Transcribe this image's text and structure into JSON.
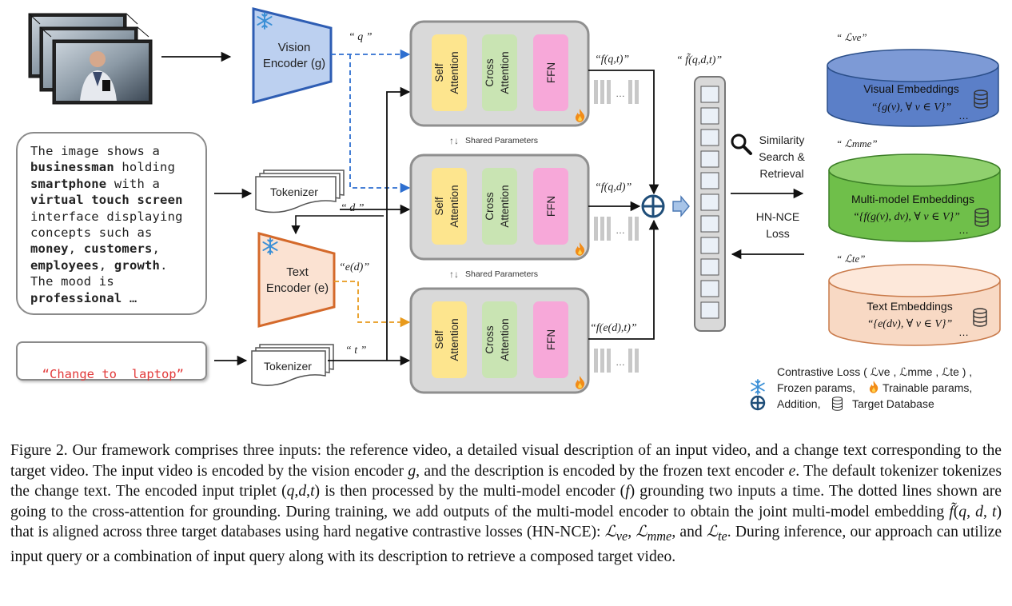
{
  "diagram": {
    "vision_encoder_label": [
      "Vision",
      "Encoder (g)"
    ],
    "text_encoder_label": [
      "Text",
      "Encoder (e)"
    ],
    "tokenizer_label": "Tokenizer",
    "sym_q": "“ q ”",
    "sym_d": "“ d ”",
    "sym_t": "“ t ”",
    "sym_ed": "“e(d)”",
    "block_layers": [
      "Self Attention",
      "Cross Attention",
      "FFN"
    ],
    "shared_params": "Shared Parameters",
    "out_qt": "“f(q,t)”",
    "out_qd": "“f(q,d)”",
    "out_edt": "“f(e(d),t)”",
    "joint_label": "“ f̃(q,d,t)”",
    "search_label": [
      "Similarity",
      "Search &",
      "Retrieval"
    ],
    "loss_label": [
      "HN-NCE",
      "Loss"
    ],
    "databases": [
      {
        "loss": "“ ℒve”",
        "name": "Visual Embeddings",
        "set": "“{g(v), ∀ v ∈ V}”",
        "color": "#5b7fc8"
      },
      {
        "loss": "“ ℒmme”",
        "name": "Multi-model Embeddings",
        "set": "“{f(g(v), dv), ∀ v ∈ V}”",
        "color": "#6fbf4a"
      },
      {
        "loss": "“ ℒte”",
        "name": "Text Embeddings",
        "set": "“{e(dv), ∀ v ∈ V}”",
        "color": "#f8d9c4"
      }
    ],
    "ellipsis": "…",
    "legend": {
      "line1": "Contrastive Loss ( ℒve , ℒmme , ℒte )  ,",
      "line2a": "Frozen params,",
      "line2b": "Trainable params,",
      "line3a": "Addition,",
      "line3b": "Target Database"
    }
  },
  "description_text": "The image shows a businessman holding smartphone with a virtual touch screen interface displaying concepts such as money, customers, employees, growth. The mood is professional …",
  "change_text": "“Change to  laptop”",
  "caption": "Figure 2. Our framework comprises three inputs: the reference video, a detailed visual description of an input video, and a change text corresponding to the target video. The input video is encoded by the vision encoder g, and the description is encoded by the frozen text encoder e. The default tokenizer tokenizes the change text. The encoded input triplet (q,d,t) is then processed by the multi-model encoder (f) grounding two inputs a time. The dotted lines shown are going to the cross-attention for grounding. During training, we add outputs of the multi-model encoder to obtain the joint multi-model embedding f̃(q, d, t) that is aligned across three target databases using hard negative contrastive losses (HN-NCE): ℒve, ℒmme, and ℒte. During inference, our approach can utilize input query or a combination of input query along with its description to retrieve a composed target video."
}
